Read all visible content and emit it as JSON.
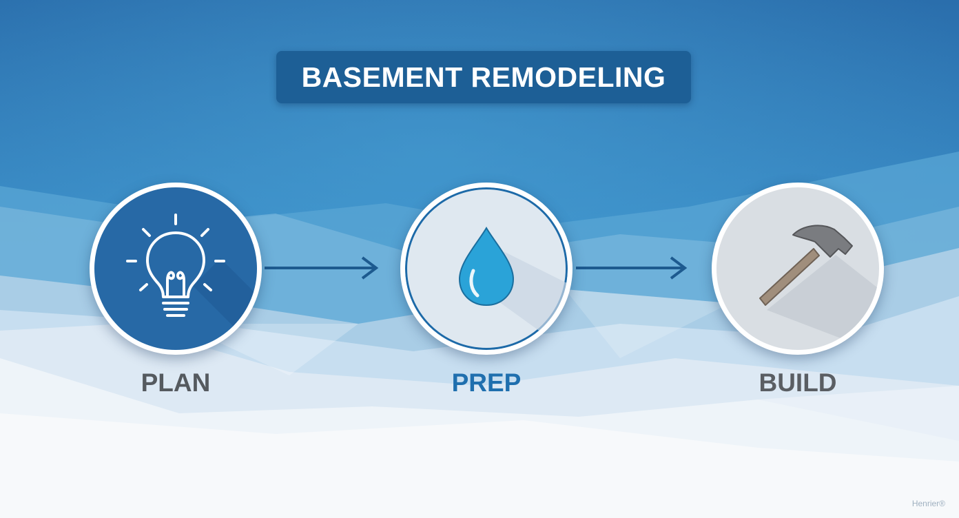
{
  "title": "BASEMENT REMODELING",
  "colors": {
    "sky_top": "#2a6fae",
    "sky_mid": "#3a8fc8",
    "banner": "#1d5f96",
    "plan_disc": "#2769a6",
    "prep_disc": "#dfe8f0",
    "build_disc": "#d9dee3",
    "water_drop": "#2aa3d8",
    "arrow": "#1d5a8f"
  },
  "steps": [
    {
      "label": "PLAN",
      "icon": "lightbulb-icon",
      "label_color": "#555a5f"
    },
    {
      "label": "PREP",
      "icon": "water-drop-icon",
      "label_color": "#1f6fae"
    },
    {
      "label": "BUILD",
      "icon": "hammer-icon",
      "label_color": "#5a5e63"
    }
  ],
  "watermark": "Henrier®"
}
